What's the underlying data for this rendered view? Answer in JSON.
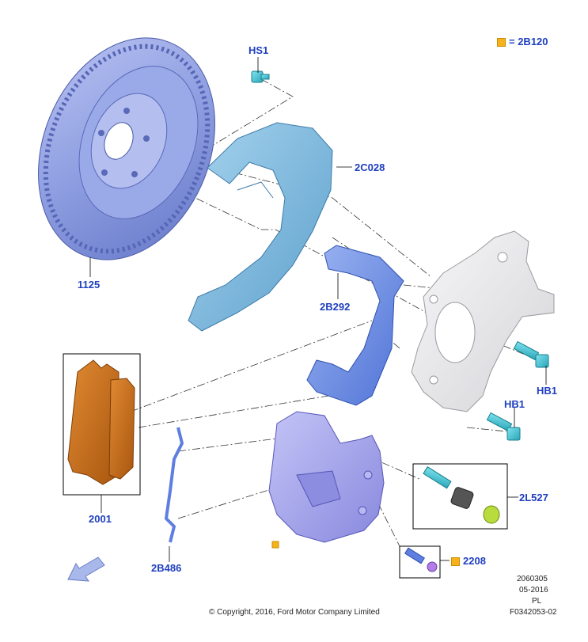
{
  "legend": {
    "marker_color": "#f5b21c",
    "text": "= 2B120"
  },
  "callouts": {
    "hs1": "HS1",
    "shield": "2C028",
    "rotor": "1125",
    "bracket": "2B292",
    "hb1_top": "HB1",
    "hb1_bottom": "HB1",
    "pads": "2001",
    "pin_kit": "2L527",
    "bleeder": "2208",
    "spring_clip": "2B486"
  },
  "metadata": {
    "line1": "2060305",
    "line2": "05-2016",
    "line3": "PL",
    "line4": "F0342053-02"
  },
  "copyright": "© Copyright, 2016, Ford Motor Company Limited",
  "colors": {
    "callout_text": "#1f3fbf",
    "rotor": "#8f9fe0",
    "shield": "#7fb8dd",
    "bracket": "#6f8ee0",
    "caliper": "#a7a7ee",
    "knuckle": "#e8e8ea",
    "pads": "#c8701f",
    "bolt": "#3fc7d6",
    "clip": "#5f7fe0",
    "arrow": "#a9b8ea"
  }
}
